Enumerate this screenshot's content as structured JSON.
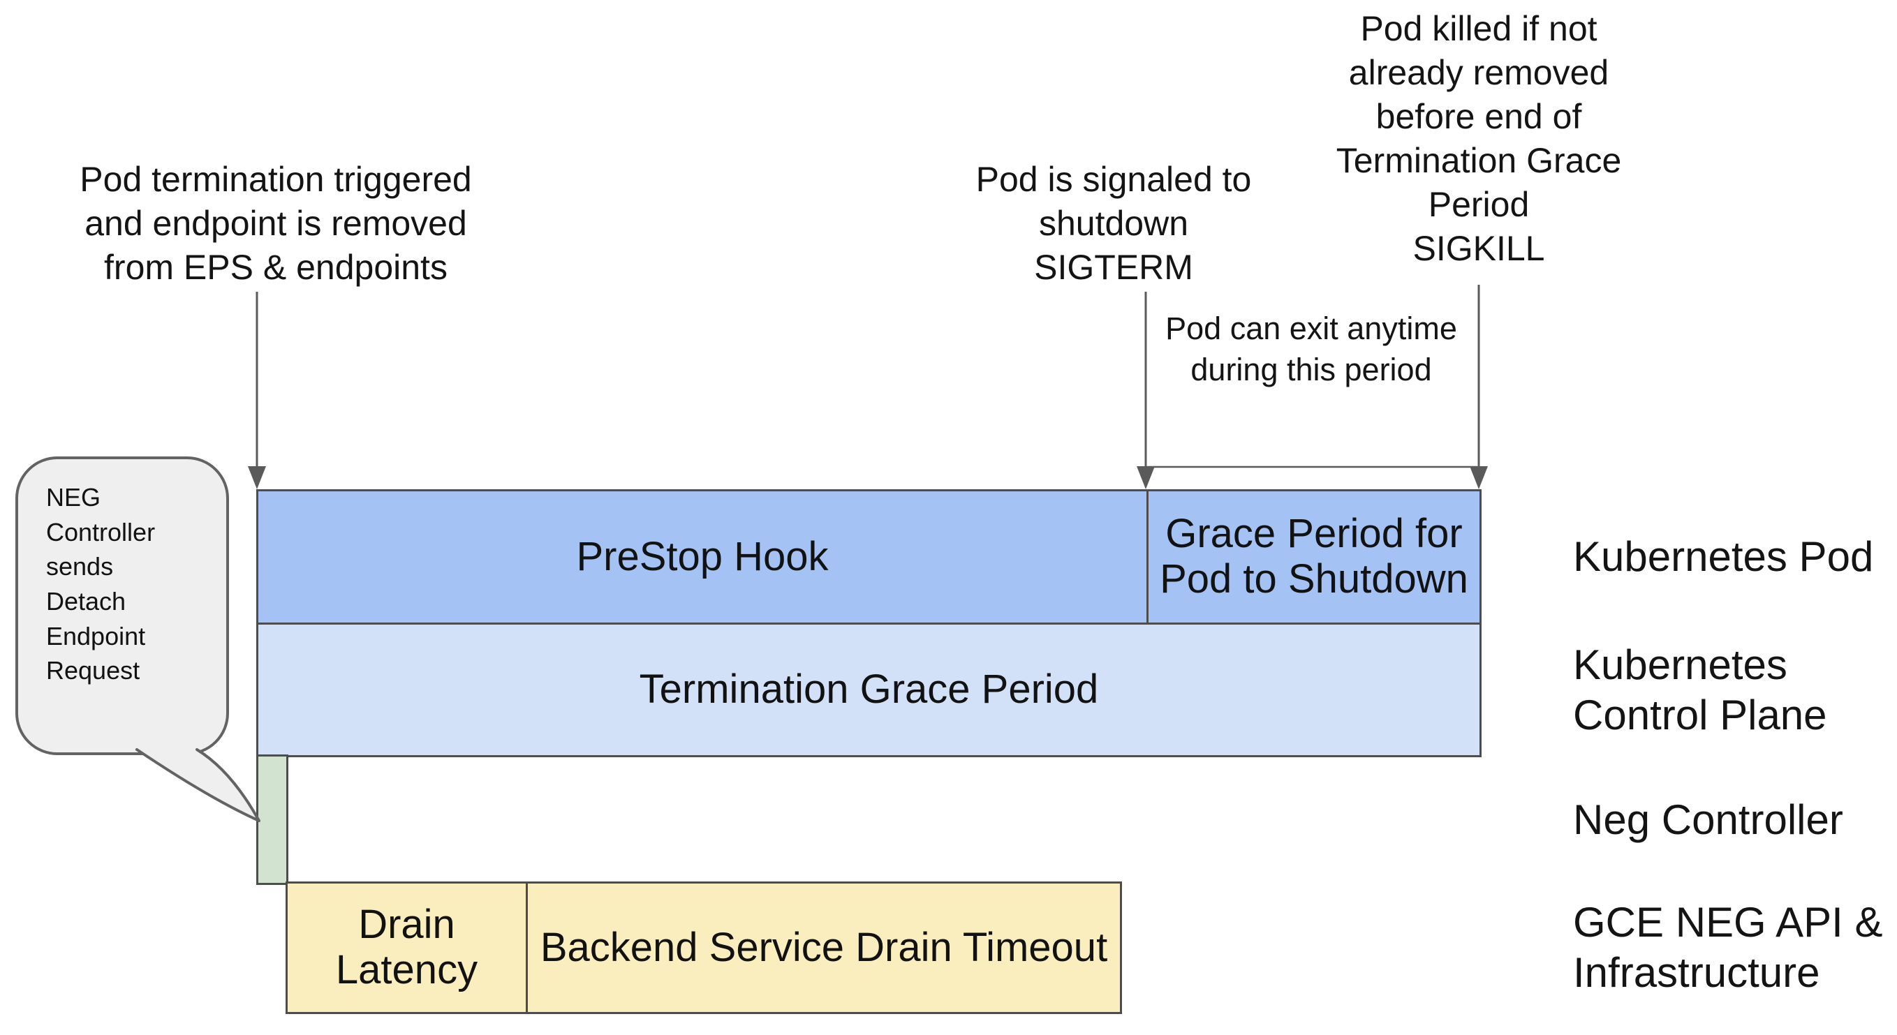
{
  "colors": {
    "bar_blue": "#a5c2f4",
    "bar_light_blue": "#d2e0f8",
    "bar_green": "#d2e4d0",
    "bar_yellow": "#faeebe",
    "callout_gray": "#efefef",
    "callout_border": "#636363",
    "border_dark": "#4d4d4d",
    "arrow_gray": "#5a5a5a",
    "text_black": "#141414"
  },
  "annotations": {
    "pod_termination": "Pod termination triggered\nand endpoint is removed\nfrom EPS & endpoints",
    "sigterm": "Pod is signaled to\nshutdown\nSIGTERM",
    "sigkill": "Pod killed if not\nalready removed\nbefore end of\nTermination Grace\nPeriod\nSIGKILL",
    "exit_window": "Pod can exit anytime\nduring this period"
  },
  "callout": {
    "text": "NEG\nController\nsends\nDetach\nEndpoint\nRequest"
  },
  "timeline": {
    "kubernetes_pod_row": {
      "prestop_hook": "PreStop Hook",
      "grace_period": "Grace Period for\nPod to Shutdown"
    },
    "control_plane_row": {
      "termination_grace_period": "Termination Grace Period"
    },
    "gce_row": {
      "drain_latency": "Drain\nLatency",
      "backend_drain_timeout": "Backend Service Drain Timeout"
    }
  },
  "lanes": {
    "kubernetes_pod": "Kubernetes Pod",
    "kubernetes_control_plane": "Kubernetes\nControl Plane",
    "neg_controller": "Neg Controller",
    "gce_neg_api": "GCE NEG API &\nInfrastructure"
  }
}
